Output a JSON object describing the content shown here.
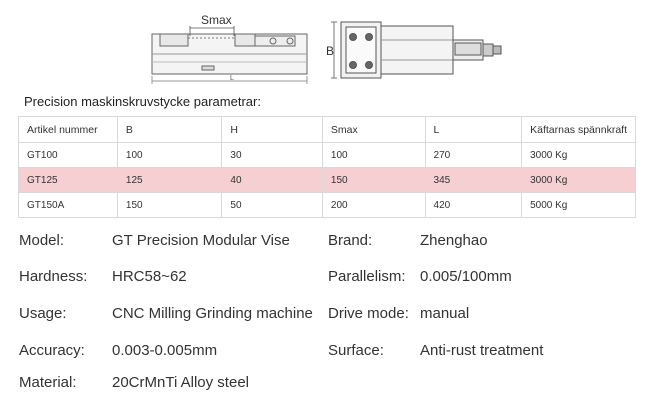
{
  "drawing": {
    "label_smax": "Smax",
    "label_b": "B",
    "label_l": "L"
  },
  "table": {
    "heading": "Precision maskinskruvstycke parametrar:",
    "headers": [
      "Artikel nummer",
      "B",
      "H",
      "Smax",
      "L",
      "Käftarnas spännkraft"
    ],
    "rows": [
      [
        "GT100",
        "100",
        "30",
        "100",
        "270",
        "3000 Kg"
      ],
      [
        "GT125",
        "125",
        "40",
        "150",
        "345",
        "3000 Kg"
      ],
      [
        "GT150A",
        "150",
        "50",
        "200",
        "420",
        "5000 Kg"
      ]
    ]
  },
  "specs": {
    "model": {
      "label": "Model:",
      "value": "GT Precision Modular Vise"
    },
    "brand": {
      "label": "Brand:",
      "value": "Zhenghao"
    },
    "hardness": {
      "label": "Hardness:",
      "value": "HRC58~62"
    },
    "parallelism": {
      "label": "Parallelism:",
      "value": "0.005/100mm"
    },
    "usage": {
      "label": "Usage:",
      "value": "CNC Milling Grinding machine"
    },
    "drive_mode": {
      "label": "Drive mode:",
      "value": "manual"
    },
    "accuracy": {
      "label": "Accuracy:",
      "value": "0.003-0.005mm"
    },
    "surface": {
      "label": "Surface:",
      "value": "Anti-rust treatment"
    },
    "material": {
      "label": "Material:",
      "value": "20CrMnTi Alloy steel"
    }
  },
  "colors": {
    "highlight_row": "#f5cfd2",
    "border": "#d9d9d9",
    "text": "#333333"
  }
}
